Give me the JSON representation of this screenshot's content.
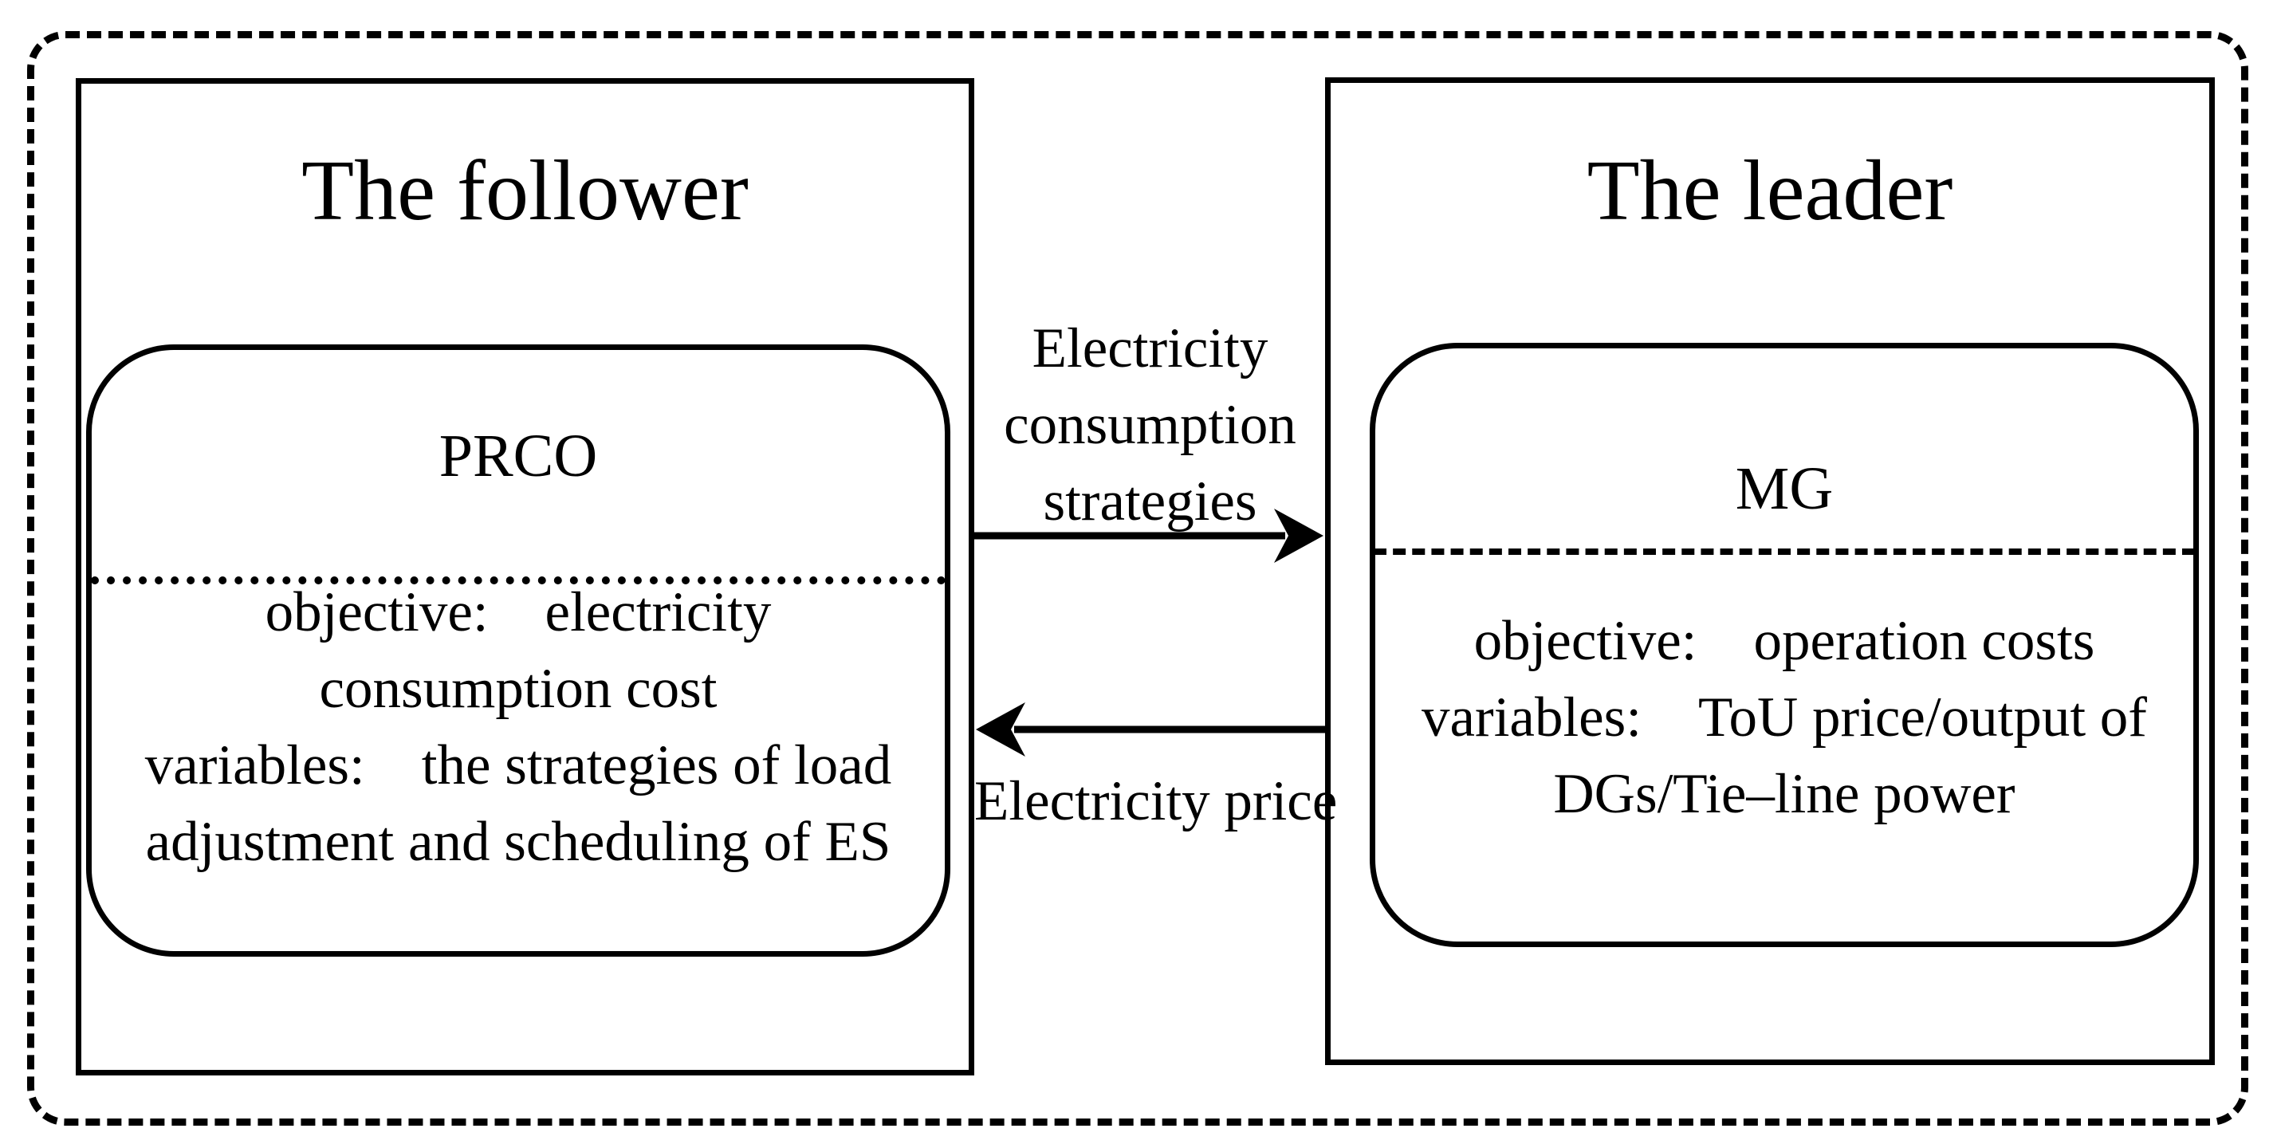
{
  "diagram": {
    "follower": {
      "title": "The follower",
      "inner": {
        "name": "PRCO",
        "lines": [
          "objective: electricity",
          "consumption cost",
          "variables: the strategies of load",
          "adjustment and scheduling of ES"
        ]
      }
    },
    "leader": {
      "title": "The leader",
      "inner": {
        "name": "MG",
        "lines": [
          "objective: operation costs",
          "variables: ToU price/output of",
          "DGs/Tie–line power"
        ]
      }
    },
    "arrows": {
      "to_leader": {
        "direction": "right",
        "label_lines": [
          "Electricity",
          "consumption",
          "strategies"
        ]
      },
      "to_follower": {
        "direction": "left",
        "label": "Electricity price"
      }
    },
    "colors": {
      "ink": "#000000",
      "background": "#ffffff"
    }
  }
}
